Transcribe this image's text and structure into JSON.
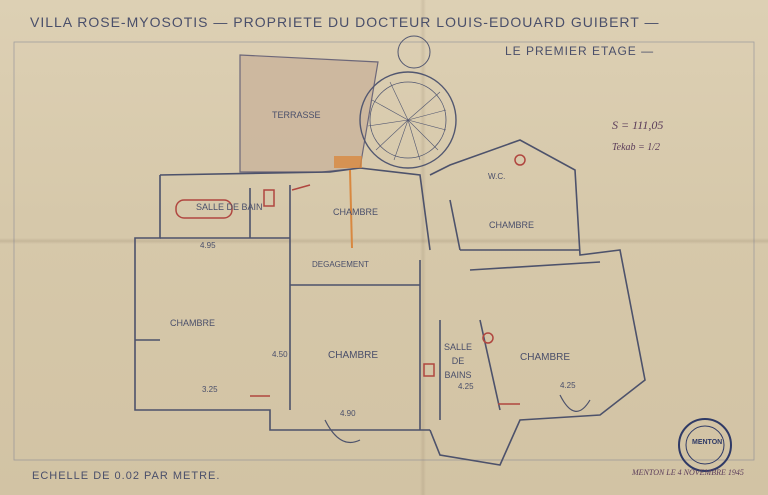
{
  "title": {
    "main": "VILLA ROSE-MYOSOTIS — PROPRIETE DU DOCTEUR LOUIS-EDOUARD GUIBERT —",
    "subtitle": "LE PREMIER ETAGE —"
  },
  "annotations": {
    "surface": "S = 111,05",
    "taxe": "Tekab = 1/2"
  },
  "rooms": {
    "terrasse": "TERRASSE",
    "salle_de_bain_top": "SALLE DE BAIN",
    "chambre_top": "CHAMBRE",
    "wc": "W.C.",
    "chambre_right_top": "CHAMBRE",
    "degagement": "DEGAGEMENT",
    "chambre_left": "CHAMBRE",
    "chambre_center": "CHAMBRE",
    "salle_de_bains": "SALLE DE BAINS",
    "chambre_right": "CHAMBRE"
  },
  "dimensions": {
    "d1": "4.95",
    "d2": "3.25",
    "d3": "4.90",
    "d4": "4.25",
    "d5": "4.50",
    "d6": "4.25"
  },
  "footer": {
    "scale": "ECHELLE DE 0.02 PAR METRE.",
    "date": "MENTON LE 4 NOVEMBRE 1945"
  },
  "stamp": {
    "text": "MENTON"
  }
}
